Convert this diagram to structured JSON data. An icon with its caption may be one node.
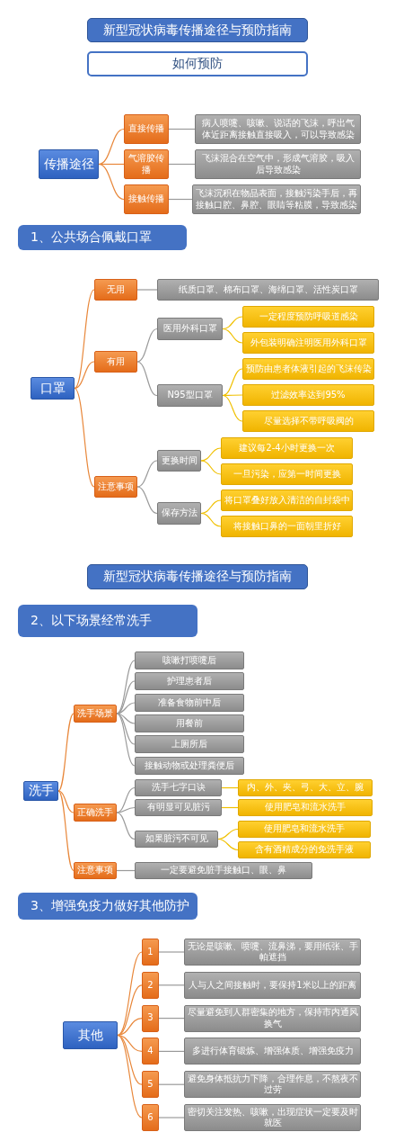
{
  "diagram": {
    "nodes": [
      {
        "text": [
          "新型冠状病毒传播途径与预防指南"
        ]
      },
      {
        "text": [
          "如何预防"
        ]
      },
      {
        "text": [
          "传播途径"
        ]
      },
      {
        "text": [
          "直接传播"
        ]
      },
      {
        "text": [
          "病人喷嚏、咳嗽、说话的飞沫，呼出气体近距离接触直接吸入，可以导致感染"
        ]
      },
      {
        "text": [
          "气溶胶传播"
        ]
      },
      {
        "text": [
          "飞沫混合在空气中，形成气溶胶，吸入后导致感染"
        ]
      },
      {
        "text": [
          "接触传播"
        ]
      },
      {
        "text": [
          "飞沫沉积在物品表面，接触污染手后，再接触口腔、鼻腔、眼睛等粘膜，导致感染"
        ]
      },
      {
        "text": [
          "1、公共场合佩戴口罩"
        ]
      },
      {
        "text": [
          "口罩"
        ]
      },
      {
        "text": [
          "无用"
        ]
      },
      {
        "text": [
          "纸质口罩、棉布口罩、海绵口罩、活性炭口罩"
        ]
      },
      {
        "text": [
          "有用"
        ]
      },
      {
        "text": [
          "医用外科口罩"
        ]
      },
      {
        "text": [
          "一定程度预防呼吸道感染"
        ]
      },
      {
        "text": [
          "外包装明确注明医用外科口罩"
        ]
      },
      {
        "text": [
          "N95型口罩"
        ]
      },
      {
        "text": [
          "预防由患者体液引起的飞沫传染"
        ]
      },
      {
        "text": [
          "过滤效率达到95%"
        ]
      },
      {
        "text": [
          "尽量选择不带呼吸阀的"
        ]
      },
      {
        "text": [
          "注意事项"
        ]
      },
      {
        "text": [
          "更换时间"
        ]
      },
      {
        "text": [
          "建议每2-4小时更换一次"
        ]
      },
      {
        "text": [
          "一旦污染，应第一时间更换"
        ]
      },
      {
        "text": [
          "保存方法"
        ]
      },
      {
        "text": [
          "将口罩叠好放入清洁的自封袋中"
        ]
      },
      {
        "text": [
          "将接触口鼻的一面朝里折好"
        ]
      },
      {
        "text": [
          "新型冠状病毒传播途径与预防指南"
        ]
      },
      {
        "text": [
          "2、以下场景经常洗手"
        ]
      },
      {
        "text": [
          "洗手"
        ]
      },
      {
        "text": [
          "洗手场景"
        ]
      },
      {
        "text": [
          "咳嗽打喷嚏后"
        ]
      },
      {
        "text": [
          "护理患者后"
        ]
      },
      {
        "text": [
          "准备食物前中后"
        ]
      },
      {
        "text": [
          "用餐前"
        ]
      },
      {
        "text": [
          "上厕所后"
        ]
      },
      {
        "text": [
          "接触动物或处理粪便后"
        ]
      },
      {
        "text": [
          "正确洗手"
        ]
      },
      {
        "text": [
          "洗手七字口诀"
        ]
      },
      {
        "text": [
          "内、外、夹、弓、大、立、腕"
        ]
      },
      {
        "text": [
          "有明显可见脏污"
        ]
      },
      {
        "text": [
          "使用肥皂和流水洗手"
        ]
      },
      {
        "text": [
          "如果脏污不可见"
        ]
      },
      {
        "text": [
          "使用肥皂和流水洗手"
        ]
      },
      {
        "text": [
          "含有酒精成分的免洗手液"
        ]
      },
      {
        "text": [
          "注意事项"
        ]
      },
      {
        "text": [
          "一定要避免脏手接触口、眼、鼻"
        ]
      },
      {
        "text": [
          "3、增强免疫力做好其他防护"
        ]
      },
      {
        "text": [
          "其他"
        ]
      },
      {
        "text": [
          "1"
        ]
      },
      {
        "text": [
          "无论是咳嗽、喷嚏、流鼻涕，要用纸张、手帕遮挡"
        ]
      },
      {
        "text": [
          "2"
        ]
      },
      {
        "text": [
          "人与人之间接触时，要保持1米以上的距离"
        ]
      },
      {
        "text": [
          "3"
        ]
      },
      {
        "text": [
          "尽量避免到人群密集的地方，保持市内通风换气"
        ]
      },
      {
        "text": [
          "4"
        ]
      },
      {
        "text": [
          "多进行体育锻炼、增强体质、增强免疫力"
        ]
      },
      {
        "text": [
          "5"
        ]
      },
      {
        "text": [
          "避免身体抵抗力下降，合理作息，不熬夜不过劳"
        ]
      },
      {
        "text": [
          "6"
        ]
      },
      {
        "text": [
          "密切关注发热、咳嗽，出现症状一定要及时就医"
        ]
      }
    ],
    "edges": [
      {
        "from": 2,
        "to": 3,
        "arrow": "none",
        "color": "#e8873a"
      },
      {
        "from": 3,
        "to": 4,
        "arrow": "none"
      },
      {
        "from": 2,
        "to": 5,
        "arrow": "none",
        "color": "#e8873a"
      },
      {
        "from": 5,
        "to": 6,
        "arrow": "none"
      },
      {
        "from": 2,
        "to": 7,
        "arrow": "none",
        "color": "#e8873a"
      },
      {
        "from": 7,
        "to": 8,
        "arrow": "none"
      },
      {
        "from": 10,
        "to": 11,
        "arrow": "none",
        "color": "#e8873a"
      },
      {
        "from": 11,
        "to": 12,
        "arrow": "none"
      },
      {
        "from": 10,
        "to": 13,
        "arrow": "none",
        "color": "#e8873a"
      },
      {
        "from": 13,
        "to": 14,
        "arrow": "none"
      },
      {
        "from": 14,
        "to": 15,
        "arrow": "none",
        "color": "#f0c000"
      },
      {
        "from": 14,
        "to": 16,
        "arrow": "none",
        "color": "#f0c000"
      },
      {
        "from": 13,
        "to": 17,
        "arrow": "none"
      },
      {
        "from": 17,
        "to": 18,
        "arrow": "none",
        "color": "#f0c000"
      },
      {
        "from": 17,
        "to": 19,
        "arrow": "none",
        "color": "#f0c000"
      },
      {
        "from": 17,
        "to": 20,
        "arrow": "none",
        "color": "#f0c000"
      },
      {
        "from": 10,
        "to": 21,
        "arrow": "none",
        "color": "#e8873a"
      },
      {
        "from": 21,
        "to": 22,
        "arrow": "none"
      },
      {
        "from": 22,
        "to": 23,
        "arrow": "none",
        "color": "#f0c000"
      },
      {
        "from": 22,
        "to": 24,
        "arrow": "none",
        "color": "#f0c000"
      },
      {
        "from": 21,
        "to": 25,
        "arrow": "none"
      },
      {
        "from": 25,
        "to": 26,
        "arrow": "none",
        "color": "#f0c000"
      },
      {
        "from": 25,
        "to": 27,
        "arrow": "none",
        "color": "#f0c000"
      },
      {
        "from": 30,
        "to": 31,
        "arrow": "none",
        "color": "#e8873a"
      },
      {
        "from": 31,
        "to": 32,
        "arrow": "none"
      },
      {
        "from": 31,
        "to": 33,
        "arrow": "none"
      },
      {
        "from": 31,
        "to": 34,
        "arrow": "none"
      },
      {
        "from": 31,
        "to": 35,
        "arrow": "none"
      },
      {
        "from": 31,
        "to": 36,
        "arrow": "none"
      },
      {
        "from": 31,
        "to": 37,
        "arrow": "none"
      },
      {
        "from": 30,
        "to": 38,
        "arrow": "none",
        "color": "#e8873a"
      },
      {
        "from": 38,
        "to": 39,
        "arrow": "none"
      },
      {
        "from": 39,
        "to": 40,
        "arrow": "none",
        "color": "#f0c000"
      },
      {
        "from": 38,
        "to": 41,
        "arrow": "none"
      },
      {
        "from": 41,
        "to": 42,
        "arrow": "none",
        "color": "#f0c000"
      },
      {
        "from": 38,
        "to": 43,
        "arrow": "none"
      },
      {
        "from": 43,
        "to": 44,
        "arrow": "none",
        "color": "#f0c000"
      },
      {
        "from": 43,
        "to": 45,
        "arrow": "none",
        "color": "#f0c000"
      },
      {
        "from": 30,
        "to": 46,
        "arrow": "none",
        "color": "#e8873a"
      },
      {
        "from": 46,
        "to": 47,
        "arrow": "none"
      },
      {
        "from": 49,
        "to": 50,
        "arrow": "none",
        "color": "#e8873a"
      },
      {
        "from": 50,
        "to": 51,
        "arrow": "none"
      },
      {
        "from": 49,
        "to": 52,
        "arrow": "none",
        "color": "#e8873a"
      },
      {
        "from": 52,
        "to": 53,
        "arrow": "none"
      },
      {
        "from": 49,
        "to": 54,
        "arrow": "none",
        "color": "#e8873a"
      },
      {
        "from": 54,
        "to": 55,
        "arrow": "none"
      },
      {
        "from": 49,
        "to": 56,
        "arrow": "none",
        "color": "#e8873a"
      },
      {
        "from": 56,
        "to": 57,
        "arrow": "none"
      },
      {
        "from": 49,
        "to": 58,
        "arrow": "none",
        "color": "#e8873a"
      },
      {
        "from": 58,
        "to": 59,
        "arrow": "none"
      },
      {
        "from": 49,
        "to": 60,
        "arrow": "none",
        "color": "#e8873a"
      },
      {
        "from": 60,
        "to": 61,
        "arrow": "none"
      }
    ]
  }
}
